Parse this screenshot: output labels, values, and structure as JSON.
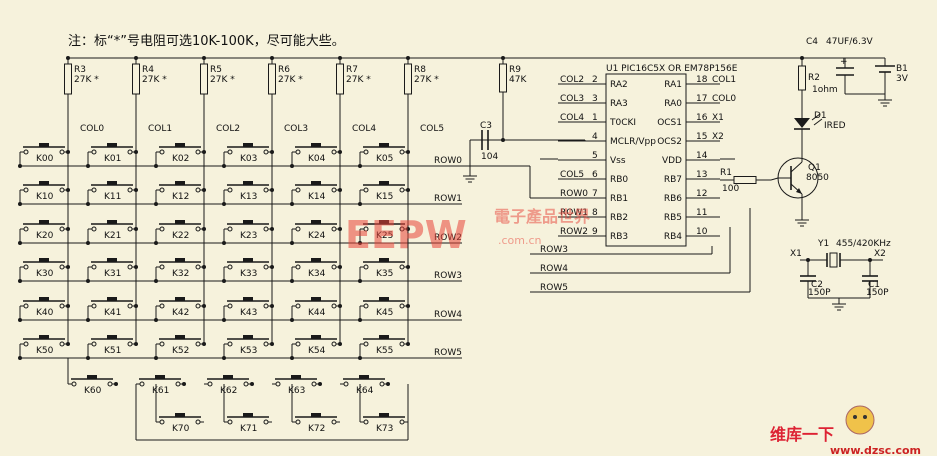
{
  "note": "注：标“*”号电阻可选10K-100K，尽可能大些。",
  "resistors_top": [
    {
      "ref": "R3",
      "value": "27K *"
    },
    {
      "ref": "R4",
      "value": "27K *"
    },
    {
      "ref": "R5",
      "value": "27K *"
    },
    {
      "ref": "R6",
      "value": "27K *"
    },
    {
      "ref": "R7",
      "value": "27K *"
    },
    {
      "ref": "R8",
      "value": "27K *"
    }
  ],
  "cols": [
    "COL0",
    "COL1",
    "COL2",
    "COL3",
    "COL4",
    "COL5"
  ],
  "rows": [
    "ROW0",
    "ROW1",
    "ROW2",
    "ROW3",
    "ROW4",
    "ROW5"
  ],
  "keys_main": [
    [
      "K00",
      "K01",
      "K02",
      "K03",
      "K04",
      "K05"
    ],
    [
      "K10",
      "K11",
      "K12",
      "K13",
      "K14",
      "K15"
    ],
    [
      "K20",
      "K21",
      "K22",
      "K23",
      "K24",
      "K25"
    ],
    [
      "K30",
      "K31",
      "K32",
      "K33",
      "K34",
      "K35"
    ],
    [
      "K40",
      "K41",
      "K42",
      "K43",
      "K44",
      "K45"
    ],
    [
      "K50",
      "K51",
      "K52",
      "K53",
      "K54",
      "K55"
    ]
  ],
  "keys_k6": [
    "K60",
    "K61",
    "K62",
    "K63",
    "K64"
  ],
  "keys_k7": [
    "K70",
    "K71",
    "K72",
    "K73"
  ],
  "r9": {
    "ref": "R9",
    "value": "47K"
  },
  "c3": {
    "ref": "C3",
    "value": "104"
  },
  "ic": {
    "title": "U1   PIC16C5X OR EM78P156E",
    "left_pins": [
      {
        "num": "2",
        "name": "RA2",
        "net": "COL2"
      },
      {
        "num": "3",
        "name": "RA3",
        "net": "COL3"
      },
      {
        "num": "1",
        "name": "T0CKI",
        "net": "COL4"
      },
      {
        "num": "4",
        "name": "MCLR/Vpp",
        "net": ""
      },
      {
        "num": "5",
        "name": "Vss",
        "net": ""
      },
      {
        "num": "6",
        "name": "RB0",
        "net": "COL5"
      },
      {
        "num": "7",
        "name": "RB1",
        "net": "ROW0"
      },
      {
        "num": "8",
        "name": "RB2",
        "net": "ROW1"
      },
      {
        "num": "9",
        "name": "RB3",
        "net": "ROW2"
      }
    ],
    "right_pins": [
      {
        "num": "18",
        "name": "RA1",
        "net": "COL1"
      },
      {
        "num": "17",
        "name": "RA0",
        "net": "COL0"
      },
      {
        "num": "16",
        "name": "OCS1",
        "net": "X1"
      },
      {
        "num": "15",
        "name": "OCS2",
        "net": "X2"
      },
      {
        "num": "14",
        "name": "VDD",
        "net": ""
      },
      {
        "num": "13",
        "name": "RB7",
        "net": ""
      },
      {
        "num": "12",
        "name": "RB6",
        "net": ""
      },
      {
        "num": "11",
        "name": "RB5",
        "net": ""
      },
      {
        "num": "10",
        "name": "RB4",
        "net": ""
      }
    ]
  },
  "bottom_rows": [
    "ROW3",
    "ROW4",
    "ROW5"
  ],
  "r1": {
    "ref": "R1",
    "value": "100"
  },
  "c4": {
    "ref": "C4",
    "value": "47UF/6.3V"
  },
  "b1": {
    "ref": "B1",
    "value": "3V"
  },
  "r2": {
    "ref": "R2",
    "value": "1ohm"
  },
  "d1": {
    "ref": "D1",
    "value": "IRED"
  },
  "q1": {
    "ref": "Q1",
    "value": "8050"
  },
  "y1": {
    "ref": "Y1",
    "value": "455/420KHz"
  },
  "x1": "X1",
  "x2": "X2",
  "c2": {
    "ref": "C2",
    "value": "150P"
  },
  "c1": {
    "ref": "C1",
    "value": "150P"
  },
  "watermark": {
    "main": "EEPW",
    "cn": "電子產品世界",
    "url": ".com.cn"
  },
  "logo": {
    "line1": "维库一下",
    "url": "www.dzsc.com"
  },
  "colors": {
    "background": "#f6f2dc",
    "wire": "#1a1a1a",
    "watermark": "#e8443a"
  }
}
